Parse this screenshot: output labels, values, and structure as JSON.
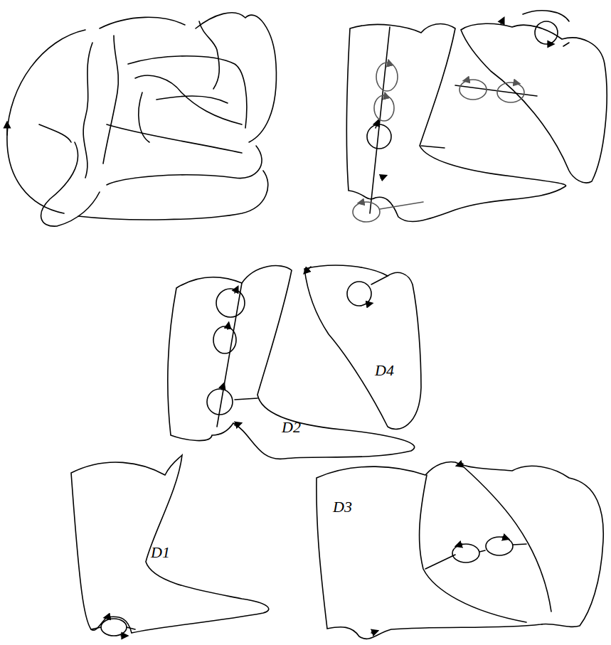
{
  "diagram": {
    "labels": [
      "D4",
      "D2",
      "D1",
      "D3"
    ]
  }
}
